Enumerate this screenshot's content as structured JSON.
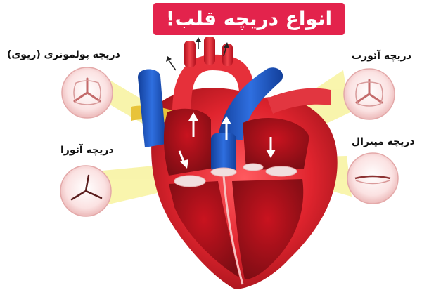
{
  "title": "انواع دریچه قلب!",
  "valves": {
    "pulmonary": "دریچه پولمونری (ریوی)",
    "tricuspid": "دریچه آئورا",
    "aortic": "دریچه آئورت",
    "mitral": "دریچه میترال"
  },
  "colors": {
    "title_background": "#e3234c",
    "title_text": "#ffffff",
    "heart_red": "#d81e2c",
    "vessel_blue": "#1e5bc6",
    "beam_yellow": "#f7ef7a",
    "valve_circle": "#f7d7d7"
  }
}
